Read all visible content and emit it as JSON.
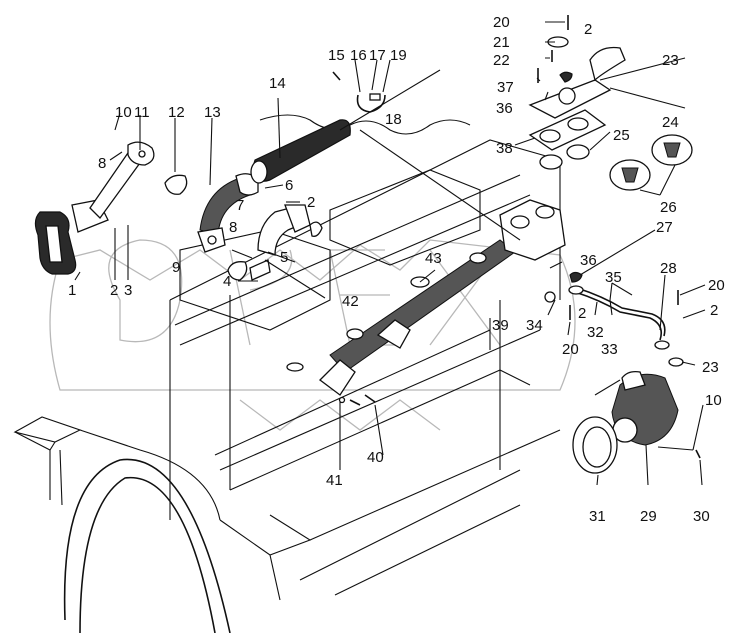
{
  "diagram": {
    "type": "exploded-parts-diagram",
    "subject": "engine cooling system – water manifold, thermostat housing and water pump",
    "watermark": "OPEX",
    "colors": {
      "line": "#111111",
      "watermark": "#b8b8b8",
      "background": "#ffffff"
    },
    "callouts": [
      {
        "id": "c1",
        "text": "1"
      },
      {
        "id": "c2a",
        "text": "2"
      },
      {
        "id": "c3",
        "text": "3"
      },
      {
        "id": "c4",
        "text": "4"
      },
      {
        "id": "c5",
        "text": "5"
      },
      {
        "id": "c6",
        "text": "6"
      },
      {
        "id": "c2b",
        "text": "2"
      },
      {
        "id": "c7",
        "text": "7"
      },
      {
        "id": "c8a",
        "text": "8"
      },
      {
        "id": "c8b",
        "text": "8"
      },
      {
        "id": "c9",
        "text": "9"
      },
      {
        "id": "c10a",
        "text": "10"
      },
      {
        "id": "c11",
        "text": "11"
      },
      {
        "id": "c12",
        "text": "12"
      },
      {
        "id": "c13",
        "text": "13"
      },
      {
        "id": "c14",
        "text": "14"
      },
      {
        "id": "c15",
        "text": "15"
      },
      {
        "id": "c16",
        "text": "16"
      },
      {
        "id": "c17",
        "text": "17"
      },
      {
        "id": "c18",
        "text": "18"
      },
      {
        "id": "c19",
        "text": "19"
      },
      {
        "id": "c20a",
        "text": "20"
      },
      {
        "id": "c2c",
        "text": "2"
      },
      {
        "id": "c21",
        "text": "21"
      },
      {
        "id": "c22",
        "text": "22"
      },
      {
        "id": "c23a",
        "text": "23"
      },
      {
        "id": "c37",
        "text": "37"
      },
      {
        "id": "c36a",
        "text": "36"
      },
      {
        "id": "c24",
        "text": "24"
      },
      {
        "id": "c38",
        "text": "38"
      },
      {
        "id": "c25",
        "text": "25"
      },
      {
        "id": "c26",
        "text": "26"
      },
      {
        "id": "c27",
        "text": "27"
      },
      {
        "id": "c36b",
        "text": "36"
      },
      {
        "id": "c35",
        "text": "35"
      },
      {
        "id": "c28",
        "text": "28"
      },
      {
        "id": "c20b",
        "text": "20"
      },
      {
        "id": "c2d",
        "text": "2"
      },
      {
        "id": "c2e",
        "text": "2"
      },
      {
        "id": "c34",
        "text": "34"
      },
      {
        "id": "c32",
        "text": "32"
      },
      {
        "id": "c33",
        "text": "33"
      },
      {
        "id": "c20c",
        "text": "20"
      },
      {
        "id": "c23b",
        "text": "23"
      },
      {
        "id": "c39",
        "text": "39"
      },
      {
        "id": "c43",
        "text": "43"
      },
      {
        "id": "c42",
        "text": "42"
      },
      {
        "id": "c40",
        "text": "40"
      },
      {
        "id": "c41",
        "text": "41"
      },
      {
        "id": "c10b",
        "text": "10"
      },
      {
        "id": "c31",
        "text": "31"
      },
      {
        "id": "c29",
        "text": "29"
      },
      {
        "id": "c30",
        "text": "30"
      }
    ]
  }
}
